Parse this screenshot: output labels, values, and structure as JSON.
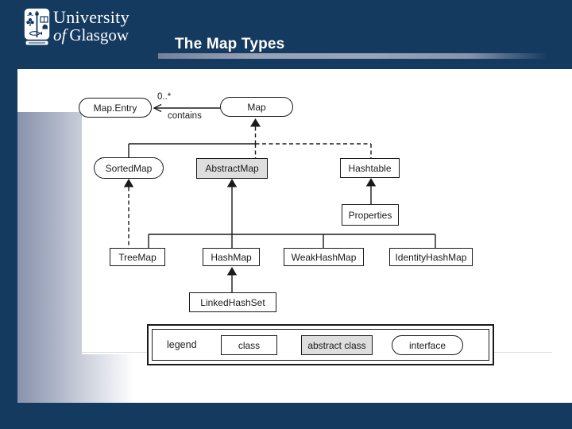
{
  "header": {
    "logo": {
      "line1": "University",
      "line2_of": "of",
      "line2_rest": "Glasgow"
    },
    "title": "The Map Types"
  },
  "diagram": {
    "nodes": {
      "map_entry": {
        "label": "Map.Entry",
        "kind": "interface"
      },
      "map": {
        "label": "Map",
        "kind": "interface"
      },
      "sorted_map": {
        "label": "SortedMap",
        "kind": "interface"
      },
      "abstract_map": {
        "label": "AbstractMap",
        "kind": "abstract class"
      },
      "hashtable": {
        "label": "Hashtable",
        "kind": "class"
      },
      "properties": {
        "label": "Properties",
        "kind": "class"
      },
      "tree_map": {
        "label": "TreeMap",
        "kind": "class"
      },
      "hash_map": {
        "label": "HashMap",
        "kind": "class"
      },
      "weak_hash_map": {
        "label": "WeakHashMap",
        "kind": "class"
      },
      "identity_hash_map": {
        "label": "IdentityHashMap",
        "kind": "class"
      },
      "linked_hash_set": {
        "label": "LinkedHashSet",
        "kind": "class"
      }
    },
    "association": {
      "multiplicity": "0..*",
      "label": "contains"
    },
    "legend": {
      "title": "legend",
      "class_label": "class",
      "abstract_class_label": "abstract class",
      "interface_label": "interface"
    }
  },
  "colors": {
    "background_navy": "#143A5F",
    "accent_bar_gray": "#98A1B6",
    "stripe_gradient_start": "#8992AD",
    "abstract_fill_gray": "#DEDEDE",
    "line_black": "#1A1A1A"
  }
}
